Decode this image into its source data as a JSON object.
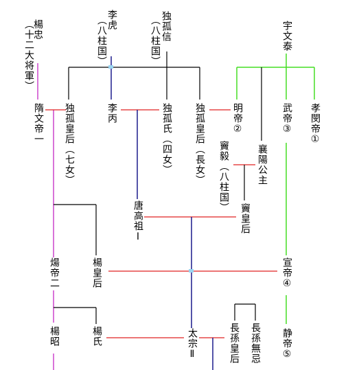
{
  "people": {
    "yang_zhong": "楊忠",
    "yang_zhong_title": "（十二大将軍）",
    "li_hu": "李虎",
    "li_hu_title": "（八柱国）",
    "dugu_xin": "独孤信",
    "dugu_xin_title": "（八柱国）",
    "yuwen_tai": "宇文泰",
    "sui_wendi": "隋文帝一",
    "dugu_empress_7": "独孤皇后（七女）",
    "li_bing": "李丙",
    "dugu_shi_4": "独孤氏（四女）",
    "dugu_empress_1": "独孤皇后（長女）",
    "mingdi": "明帝②",
    "xiangyang_gongzhu": "襄陽公主",
    "wudi": "武帝③",
    "xiaomindi": "孝閔帝①",
    "dou_yi": "竇毅（八柱国）",
    "tang_gaozu": "唐高祖Ⅰ",
    "empress_dou": "竇皇后",
    "yangdi": "煬帝二",
    "empress_yang": "楊皇后",
    "xuandi": "宣帝④",
    "yang_zhao": "楊昭",
    "yang_shi": "楊氏",
    "taizong": "太宗Ⅱ",
    "empress_zhangsun": "長孫皇后",
    "zhangsun_wuji": "長孫無忌",
    "jingdi": "静帝⑤"
  },
  "colors": {
    "sui_line": "#cc44cc",
    "zhou_line": "#44dd22",
    "tang_line": "#1a1a8c",
    "marriage_line": "#e02020",
    "family_line": "#000000",
    "junction": "#9ad4f0"
  }
}
